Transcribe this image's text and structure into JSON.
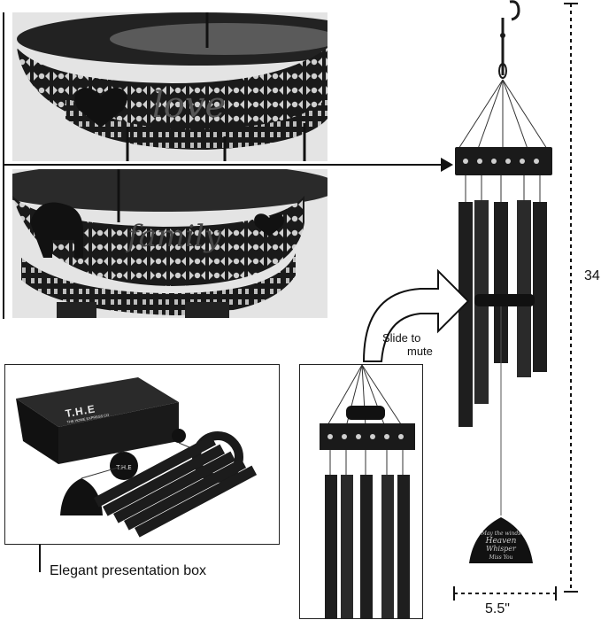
{
  "labels": {
    "slide_to_mute_line1": "Slide to",
    "slide_to_mute_line2": "mute",
    "box_caption": "Elegant presentation box",
    "width_dimension": "5.5\"",
    "height_dimension_partial": "34"
  },
  "ring_engravings": {
    "top_photo": "love",
    "middle_photo": "family"
  },
  "box_logo": {
    "main": "T.H.E",
    "sub": "THE HOME EXPRESS CO"
  },
  "colors": {
    "metal": "#1a1a1a",
    "photo_background": "#e4e4e4",
    "guide_line": "#111111"
  }
}
